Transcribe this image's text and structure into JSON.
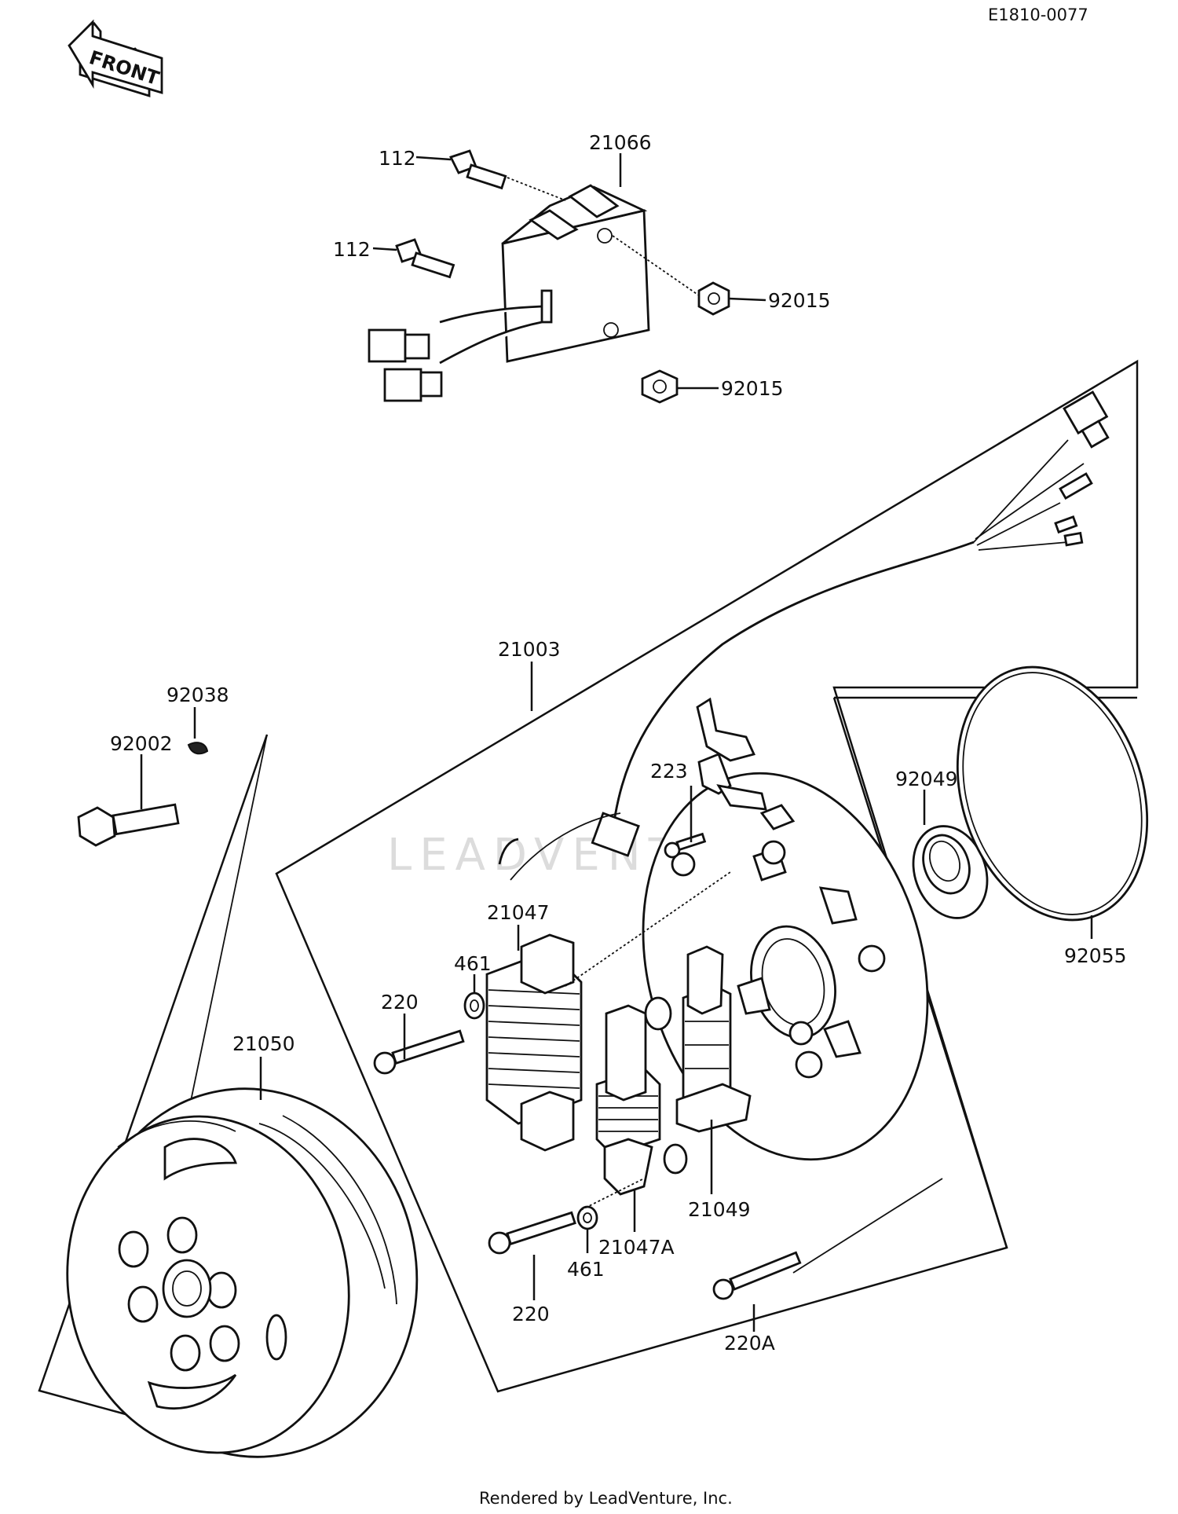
{
  "diagram_code": "E1810-0077",
  "front_label": "FRONT",
  "footer": "Rendered by LeadVenture, Inc.",
  "watermark": "LEADVENTURE",
  "callouts": {
    "c112a": "112",
    "c112b": "112",
    "c21066": "21066",
    "c92015a": "92015",
    "c92015b": "92015",
    "c21003": "21003",
    "c92038": "92038",
    "c92002": "92002",
    "c223": "223",
    "c92049": "92049",
    "c92055": "92055",
    "c21047": "21047",
    "c461a": "461",
    "c220a": "220",
    "c21050": "21050",
    "c21049": "21049",
    "c21047A": "21047A",
    "c461b": "461",
    "c220b": "220",
    "c220A": "220A"
  }
}
